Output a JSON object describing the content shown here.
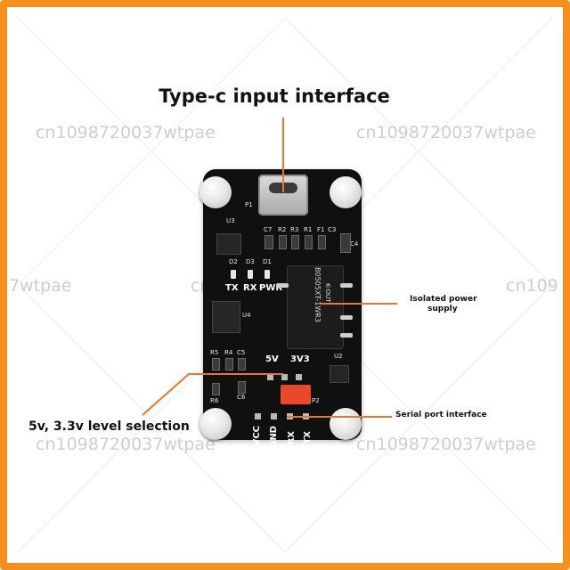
{
  "title": "Type-c input interface",
  "watermark": "cn1098720037wtpae",
  "watermark_partial_left": "7wtpae",
  "watermark_partial_mid": "cn",
  "watermark_partial_right": "cn109",
  "annotations": {
    "isolated_power_line1": "Isolated power",
    "isolated_power_line2": "supply",
    "level_selection": "5v, 3.3v level selection",
    "serial_port": "Serial port interface"
  },
  "board_silk": {
    "p1": "P1",
    "u3": "U3",
    "c7": "C7",
    "r2": "R2",
    "r3": "R3",
    "r1": "R1",
    "f1": "F1",
    "c3": "C3",
    "c4": "C4",
    "d2": "D2",
    "d3": "D3",
    "d1": "D1",
    "tx": "TX",
    "rx": "RX",
    "pwr": "PWR",
    "u4": "U4",
    "r5": "R5",
    "r4": "R4",
    "c5": "C5",
    "r6": "R6",
    "c6": "C6",
    "v5": "5V",
    "v33": "3V3",
    "u2": "U2",
    "p2": "P2",
    "vcc": "VCC",
    "gnd": "GND",
    "rx_pin": "RX",
    "tx_pin": "TX",
    "module_text": "B0505XT-1WR3",
    "module_brand": "K-OUT"
  },
  "colors": {
    "frame": "#f4911e",
    "callout_line": "#e8762b",
    "board": "#101010",
    "jumper": "#e9482b"
  }
}
